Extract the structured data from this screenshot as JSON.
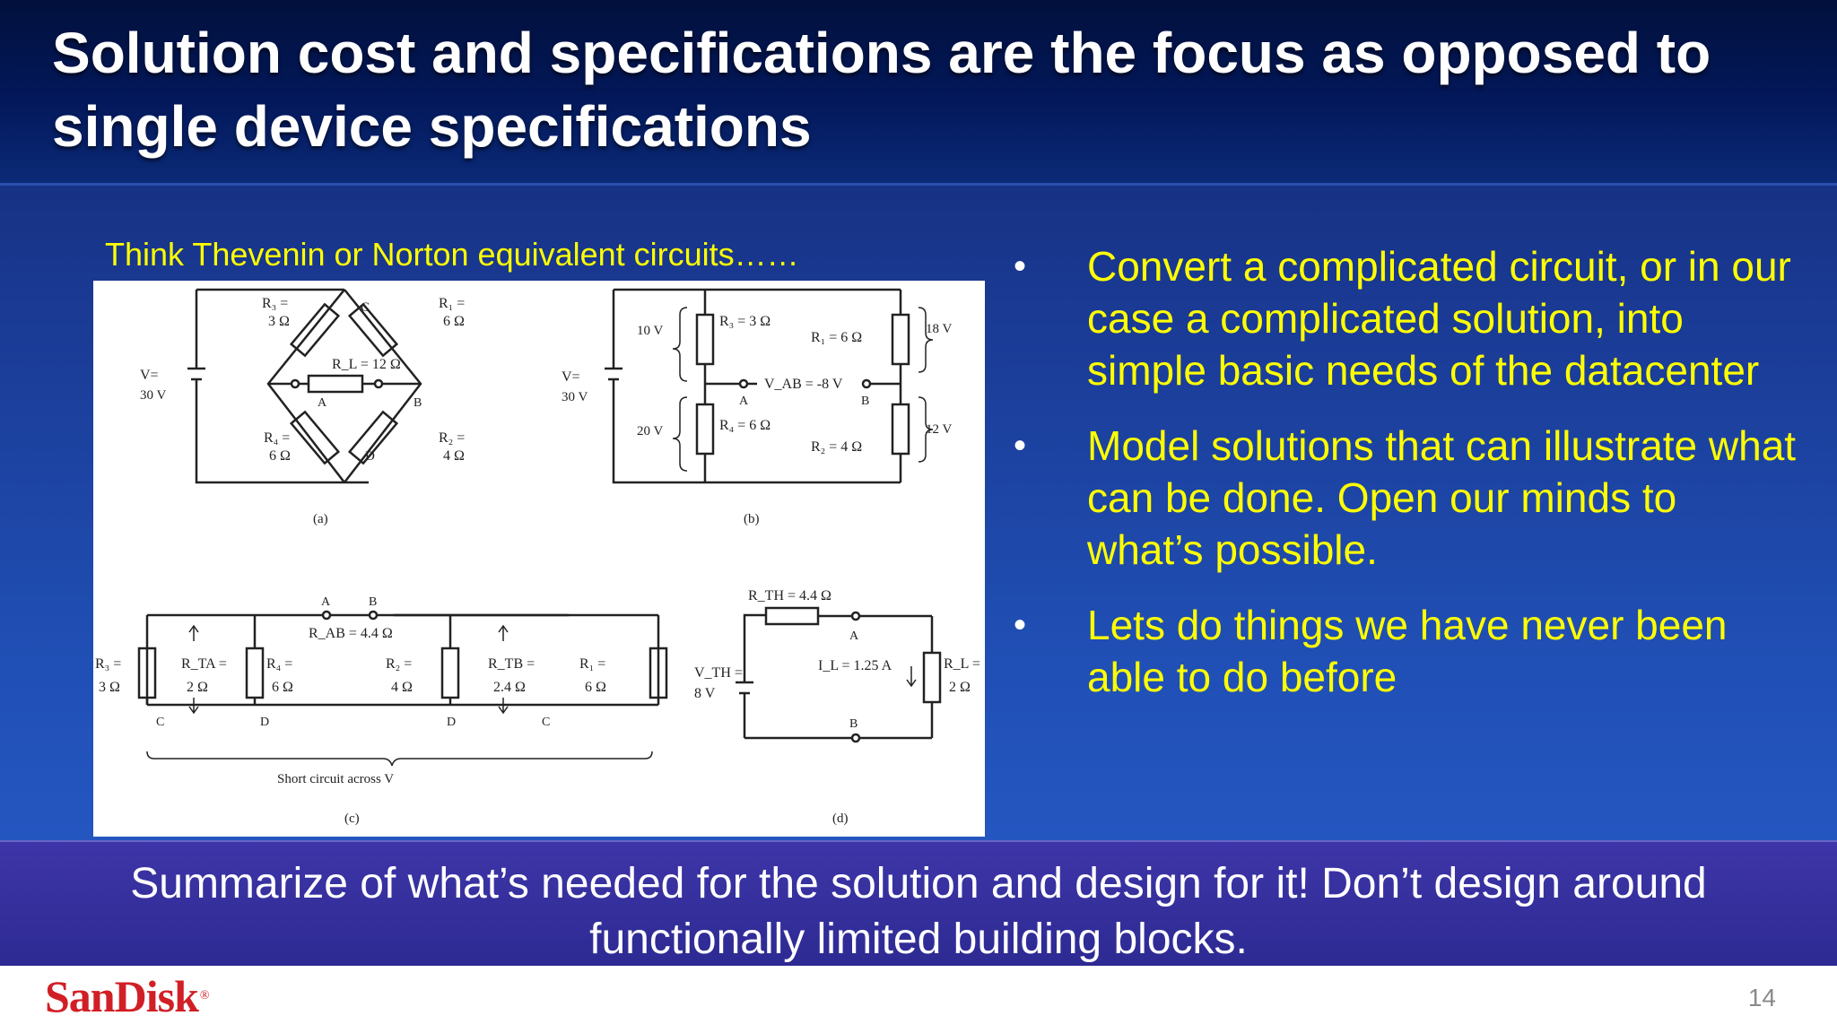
{
  "slide": {
    "title": "Solution cost and specifications are the focus as opposed to single device specifications",
    "caption": "Think Thevenin or Norton equivalent circuits……",
    "bullets": [
      "Convert a complicated circuit, or in our case a complicated solution, into simple basic needs of the datacenter",
      "Model solutions that can illustrate what can be done. Open our minds to what’s possible.",
      "Lets do things we have never been able to do before"
    ],
    "summary": "Summarize of what’s needed for the solution and design for it!  Don’t design around functionally limited building blocks.",
    "page_number": "14",
    "logo_text": "SanDisk",
    "colors": {
      "title_band": "#01103c",
      "background": "#1f4bb0",
      "bullet_text": "#ffff00",
      "summary_band": "#3e35a8",
      "logo_red": "#d11f26"
    }
  },
  "figure": {
    "a": {
      "label": "(a)",
      "v": "V=",
      "v_value": "30 V",
      "r3": "R₃ =",
      "r3_value": "3 Ω",
      "r1": "R₁ =",
      "r1_value": "6 Ω",
      "rl": "R_L = 12 Ω",
      "r4": "R₄ =",
      "r4_value": "6 Ω",
      "r2": "R₂ =",
      "r2_value": "4 Ω",
      "node_c": "C",
      "node_d": "D",
      "node_a": "A",
      "node_b": "B"
    },
    "b": {
      "label": "(b)",
      "v": "V=",
      "v_value": "30 V",
      "v10": "10 V",
      "v20": "20 V",
      "v18": "18 V",
      "v12": "12 V",
      "r3": "R₃ = 3 Ω",
      "r1": "R₁ = 6 Ω",
      "r4": "R₄ = 6 Ω",
      "r2": "R₂ = 4 Ω",
      "vab": "V_AB = -8 V",
      "node_a": "A",
      "node_b": "B"
    },
    "c": {
      "label": "(c)",
      "node_a": "A",
      "node_b": "B",
      "rab": "R_AB = 4.4 Ω",
      "r3": "R₃ =",
      "r3_value": "3 Ω",
      "rta": "R_TA =",
      "rta_value": "2 Ω",
      "r4": "R₄ =",
      "r4_value": "6 Ω",
      "r2": "R₂ =",
      "r2_value": "4 Ω",
      "rtb": "R_TB =",
      "rtb_value": "2.4 Ω",
      "r1": "R₁ =",
      "r1_value": "6 Ω",
      "node_c": "C",
      "node_d": "D",
      "short_circuit": "Short circuit across V"
    },
    "d": {
      "label": "(d)",
      "rth": "R_TH = 4.4 Ω",
      "vth": "V_TH =",
      "vth_value": "8 V",
      "il": "I_L = 1.25 A",
      "rl": "R_L =",
      "rl_value": "2 Ω",
      "node_a": "A",
      "node_b": "B"
    }
  }
}
